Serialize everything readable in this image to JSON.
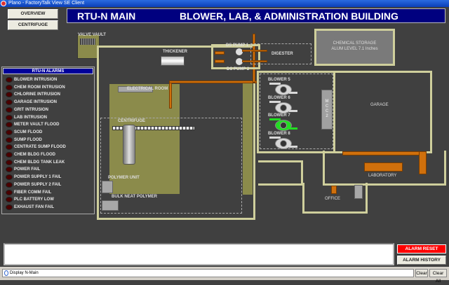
{
  "window": {
    "title": "Plano - FactoryTalk View SE Client"
  },
  "nav": {
    "overview": "OVERVIEW",
    "centrifuge": "CENTRIFUGE"
  },
  "header": {
    "left": "RTU-N MAIN",
    "right": "BLOWER, LAB, & ADMINISTRATION BUILDING"
  },
  "map": {
    "valve_vault": "VALVE VAULT",
    "thickener": "THICKENER",
    "ds_pump_1": "DS PUMP 1",
    "ds_pump_2": "DS PUMP 2",
    "digester": "DIGESTER",
    "chemical_storage": "CHEMICAL STORAGE",
    "alum_level": "ALUM LEVEL 7.1 Inches",
    "electrical_room": "ELECTRICAL ROOM",
    "centrifuge": "CENTRIFUGE",
    "polymer_unit": "POLYMER UNIT",
    "bulk_neat_polymer": "BULK NEAT POLYMER",
    "blowers": [
      {
        "label": "BLOWER 5",
        "running": false
      },
      {
        "label": "BLOWER 6",
        "running": false
      },
      {
        "label": "BLOWER 7",
        "running": true
      },
      {
        "label": "BLOWER 8",
        "running": false
      }
    ],
    "mcc": "M C C 2",
    "garage": "GARAGE",
    "laboratory": "LABORATORY",
    "office": "OFFICE"
  },
  "alarms": {
    "title": "RTU-N  ALARMS",
    "items": [
      "BLOWER INTRUSION",
      "CHEM ROOM INTRUSION",
      "CHLORINE INTRUSION",
      "GARAGE INTRUSION",
      "GRIT INTRUSION",
      "LAB INTRUSION",
      "METER VAULT FLOOD",
      "SCUM FLOOD",
      "SUMP FLOOD",
      "CENTRATE SUMP FLOOD",
      "CHEM BLDG FLOOD",
      "CHEM BLDG TANK LEAK",
      "POWER FAIL",
      "POWER SUPPLY 1 FAIL",
      "POWER SUPPLY 2 FAIL",
      "FIBER COMM FAIL",
      "PLC BATTERY LOW",
      "EXHAUST FAN FAIL"
    ]
  },
  "buttons": {
    "alarm_reset": "ALARM RESET",
    "alarm_history": "ALARM HISTORY"
  },
  "status": {
    "message": "Display N-Main",
    "clear": "Clear",
    "clear_all": "Clear All"
  },
  "colors": {
    "running": "#22dd22",
    "stopped": "#d8d8d8",
    "alarm_off": "#4a0000"
  }
}
